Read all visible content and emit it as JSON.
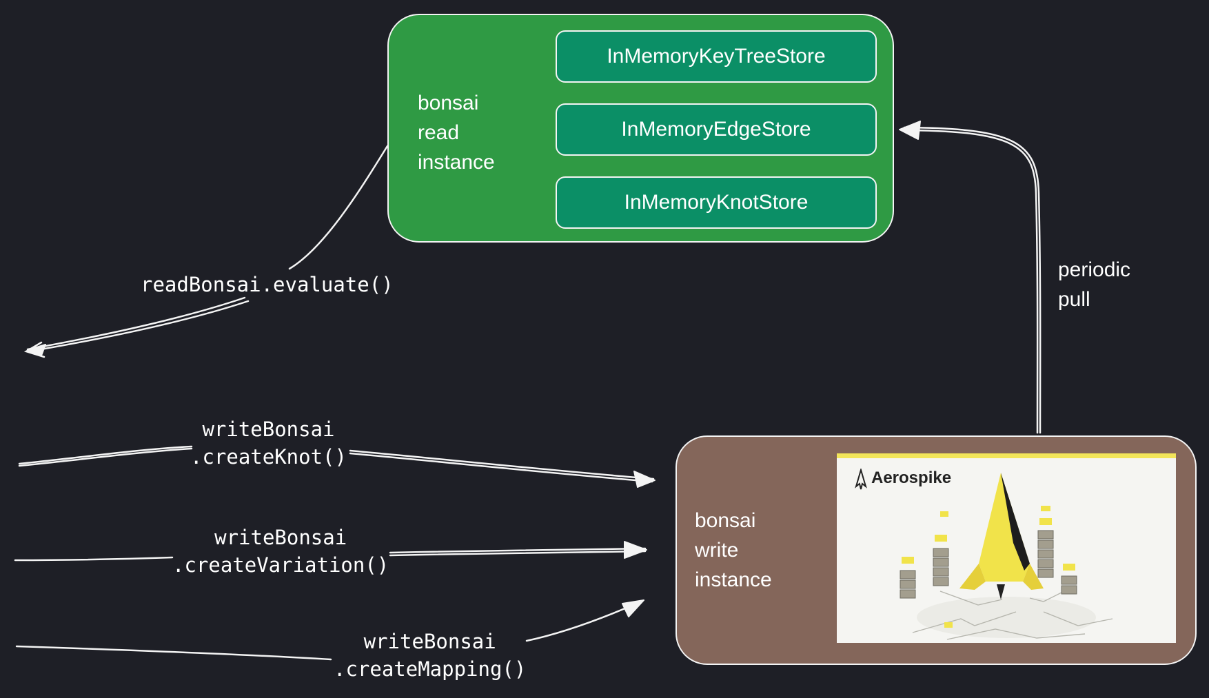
{
  "read_instance": {
    "label_lines": [
      "bonsai",
      "read",
      "instance"
    ],
    "stores": [
      "InMemoryKeyTreeStore",
      "InMemoryEdgeStore",
      "InMemoryKnotStore"
    ],
    "color": "#2f9a44",
    "store_color": "#0b8f66"
  },
  "write_instance": {
    "label_lines": [
      "bonsai",
      "write",
      "instance"
    ],
    "color": "#84665a",
    "image": {
      "brand": "Aerospike",
      "icon": "aerospike-rocket-logo"
    }
  },
  "edges": {
    "read": {
      "line1": "readBonsai.evaluate()"
    },
    "create_knot": {
      "line1": "writeBonsai",
      "line2": ".createKnot()"
    },
    "create_variation": {
      "line1": "writeBonsai",
      "line2": ".createVariation()"
    },
    "create_mapping": {
      "line1": "writeBonsai",
      "line2": ".createMapping()"
    },
    "periodic_pull": {
      "line1": "periodic",
      "line2": "pull"
    }
  }
}
